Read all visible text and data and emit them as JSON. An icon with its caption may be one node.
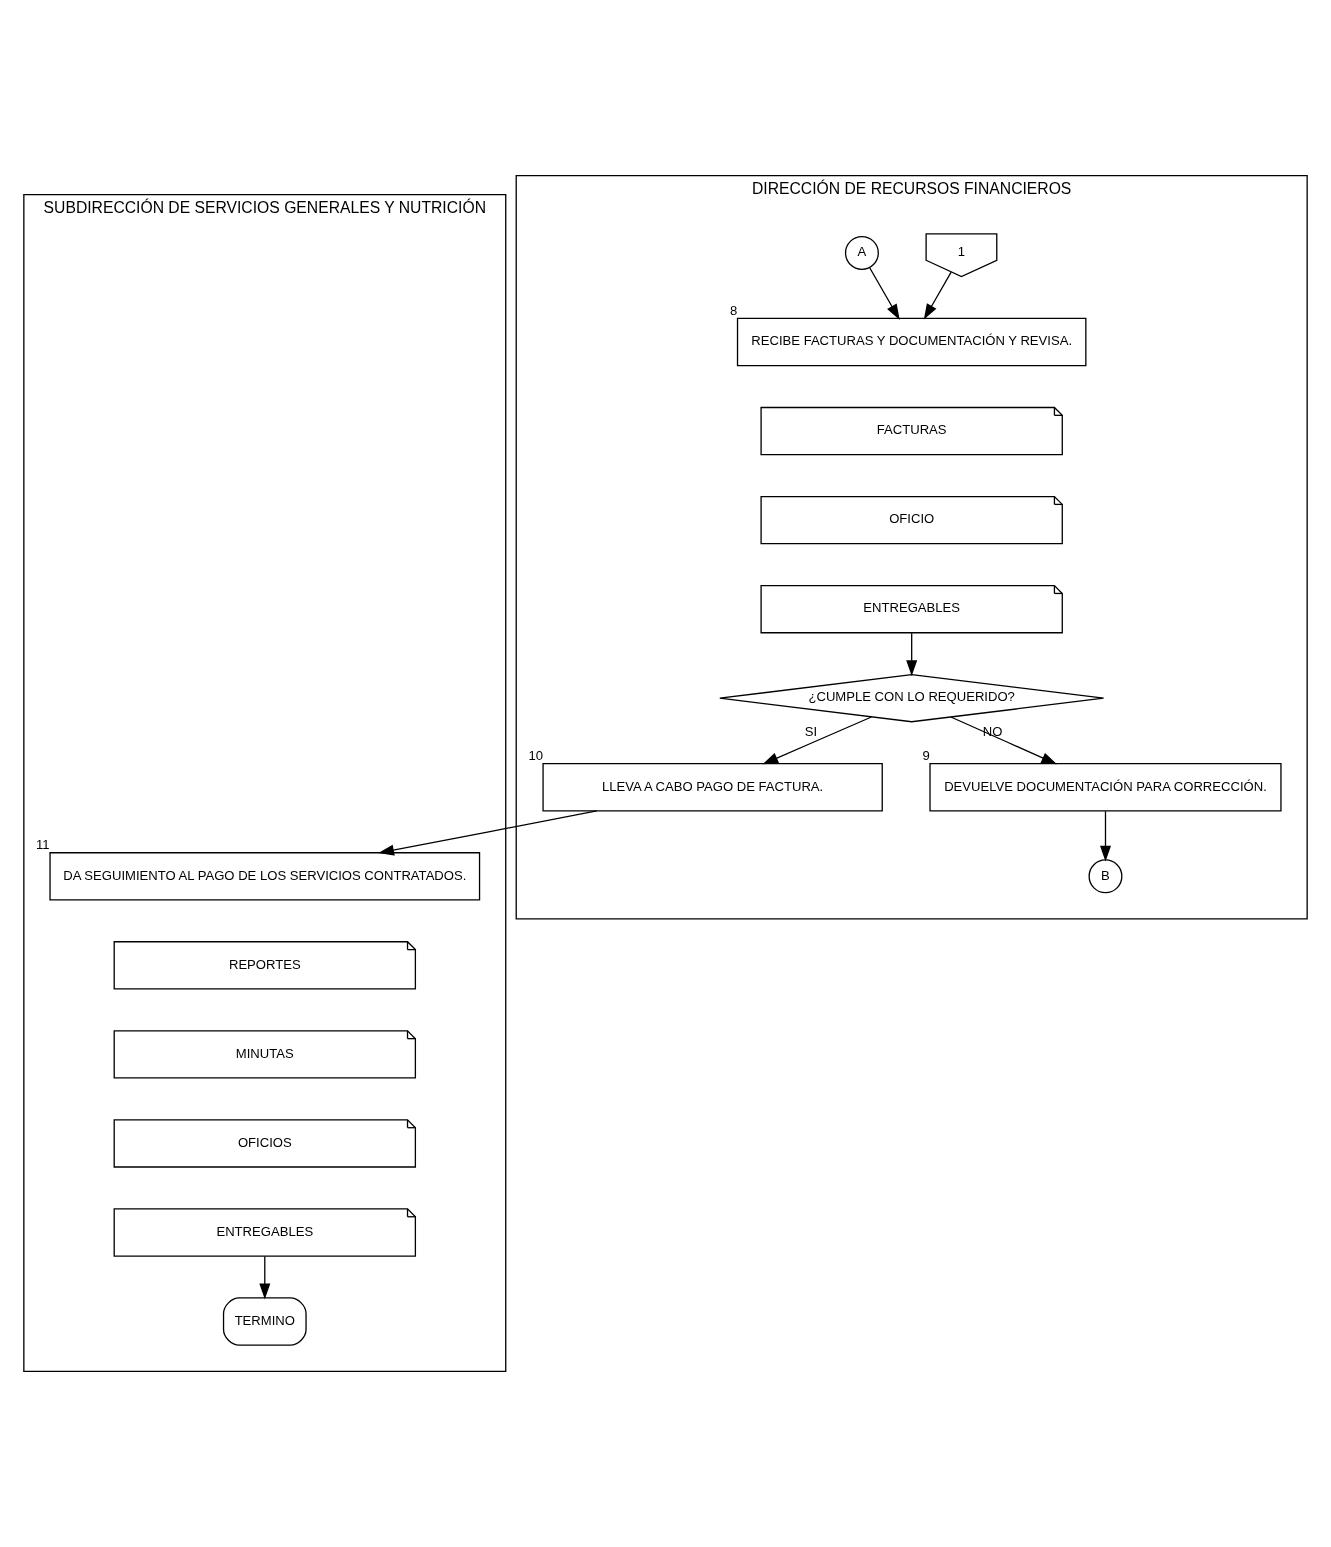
{
  "diagram": {
    "nodes": [
      {
        "text": [
          "SUBDIRECCIÓN DE SERVICIOS GENERALES Y NUTRICIÓN"
        ]
      },
      {
        "text": [
          "DIRECCIÓN DE RECURSOS FINANCIEROS"
        ]
      },
      {
        "text": [
          "1"
        ],
        "in": 1
      },
      {
        "text": [
          "RECIBE FACTURAS Y DOCUMENTACIÓN Y REVISA."
        ],
        "beside": [
          "8"
        ],
        "in": 1
      },
      {
        "text": [
          "FACTURAS"
        ],
        "in": 1
      },
      {
        "text": [
          "OFICIO"
        ],
        "in": 1
      },
      {
        "text": [
          "ENTREGABLES"
        ],
        "in": 1
      },
      {
        "text": [
          "A"
        ],
        "in": 1
      },
      {
        "text": [
          "¿CUMPLE CON LO REQUERIDO?"
        ],
        "in": 1
      },
      {
        "text": [
          "DEVUELVE DOCUMENTACIÓN PARA CORRECCIÓN."
        ],
        "beside": [
          "9"
        ],
        "in": 1
      },
      {
        "text": [
          "B"
        ],
        "in": 1
      },
      {
        "text": [
          "LLEVA A CABO PAGO DE FACTURA."
        ],
        "beside": [
          "10"
        ],
        "in": 1
      },
      {
        "text": [
          "DA SEGUIMIENTO AL PAGO DE LOS SERVICIOS CONTRATADOS."
        ],
        "beside": [
          "11"
        ],
        "in": 0
      },
      {
        "text": [
          "REPORTES"
        ],
        "in": 0
      },
      {
        "text": [
          "MINUTAS"
        ],
        "in": 0
      },
      {
        "text": [
          "OFICIOS"
        ],
        "in": 0
      },
      {
        "text": [
          "ENTREGABLES"
        ],
        "in": 0
      },
      {
        "text": [
          "TERMINO"
        ],
        "in": 0
      }
    ],
    "edges": [
      {
        "from": 2,
        "to": 3,
        "arrow": "to"
      },
      {
        "from": 7,
        "to": 3,
        "arrow": "to"
      },
      {
        "from": 6,
        "to": 8,
        "arrow": "to"
      },
      {
        "from": 8,
        "to": 9,
        "label": "NO",
        "arrow": "to"
      },
      {
        "from": 8,
        "to": 11,
        "label": "SI",
        "arrow": "to"
      },
      {
        "from": 9,
        "to": 10,
        "arrow": "to"
      },
      {
        "from": 11,
        "to": 12,
        "arrow": "to"
      },
      {
        "from": 16,
        "to": 17,
        "arrow": "to"
      }
    ]
  }
}
